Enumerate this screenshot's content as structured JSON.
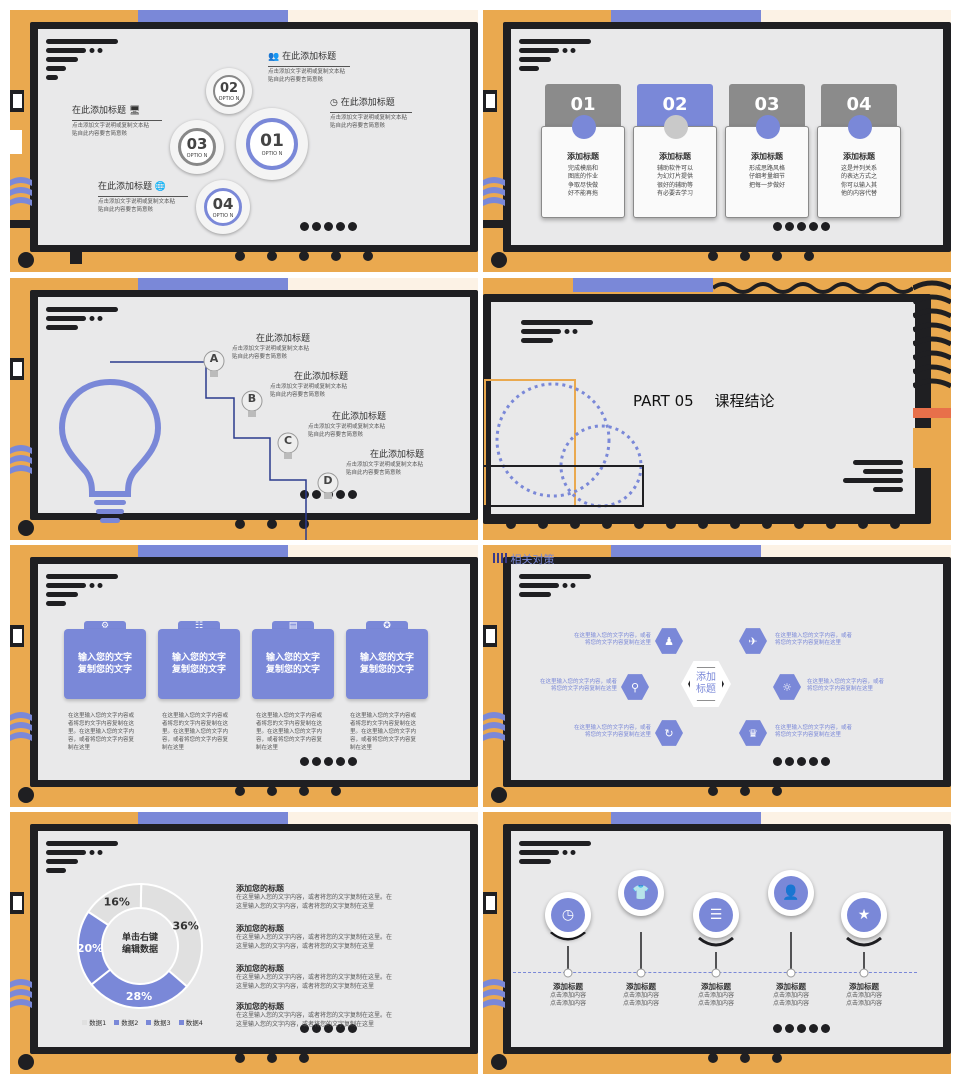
{
  "slide1": {
    "gears": [
      {
        "num": "02",
        "sub": "OPTIO N"
      },
      {
        "num": "03",
        "sub": "OPTIO N"
      },
      {
        "num": "01",
        "sub": "OPTIO N"
      },
      {
        "num": "04",
        "sub": "OPTIO N"
      }
    ],
    "items": [
      {
        "title": "在此添加标题",
        "desc1": "点击添加文字说明或复制文本粘",
        "desc2": "贴自此内容要言简意赅",
        "icon": "people-icon"
      },
      {
        "title": "在此添加标题",
        "desc1": "点击添加文字说明或复制文本粘",
        "desc2": "贴自此内容要言简意赅",
        "icon": "monitor-icon"
      },
      {
        "title": "在此添加标题",
        "desc1": "点击添加文字说明或复制文本粘",
        "desc2": "贴自此内容要言简意赅",
        "icon": "clock-icon"
      },
      {
        "title": "在此添加标题",
        "desc1": "点击添加文字说明或复制文本粘",
        "desc2": "贴自此内容要言简意赅",
        "icon": "globe-icon"
      }
    ]
  },
  "slide2": {
    "cards": [
      {
        "num": "01",
        "title": "添加标题",
        "lines": [
          "完成模扇和",
          "图底的作业",
          "争取尽快做",
          "好不能再拖"
        ]
      },
      {
        "num": "02",
        "title": "添加标题",
        "lines": [
          "辅助软件可以",
          "为幻灯片提供",
          "很好的辅助等",
          "有必要去学习"
        ]
      },
      {
        "num": "03",
        "title": "添加标题",
        "lines": [
          "形成思路风格",
          "仔细考量细节",
          "把每一步做好"
        ]
      },
      {
        "num": "04",
        "title": "添加标题",
        "lines": [
          "这是并列关系",
          "的表达方式之",
          "你可以输入其",
          "他的内容代替"
        ]
      }
    ]
  },
  "slide3": {
    "steps": [
      {
        "letter": "A",
        "title": "在此添加标题",
        "desc1": "点击添加文字说明或复制文本粘",
        "desc2": "贴自此内容要言简意赅"
      },
      {
        "letter": "B",
        "title": "在此添加标题",
        "desc1": "点击添加文字说明或复制文本粘",
        "desc2": "贴自此内容要言简意赅"
      },
      {
        "letter": "C",
        "title": "在此添加标题",
        "desc1": "点击添加文字说明或复制文本粘",
        "desc2": "贴自此内容要言简意赅"
      },
      {
        "letter": "D",
        "title": "在此添加标题",
        "desc1": "点击添加文字说明或复制文本粘",
        "desc2": "贴自此内容要言简意赅"
      }
    ]
  },
  "slide4": {
    "part": "PART 05",
    "section": "课程结论"
  },
  "slide5": {
    "badges": [
      {
        "l1": "输入您的文字",
        "l2": "复制您的文字",
        "desc": [
          "在这里输入您的文字内容或",
          "者将您的文字内容复制在这",
          "里。在这里输入您的文字内",
          "容，或者将您的文字内容复",
          "制在这里"
        ]
      },
      {
        "l1": "输入您的文字",
        "l2": "复制您的文字",
        "desc": [
          "在这里输入您的文字内容或",
          "者将您的文字内容复制在这",
          "里。在这里输入您的文字内",
          "容，或者将您的文字内容复",
          "制在这里"
        ]
      },
      {
        "l1": "输入您的文字",
        "l2": "复制您的文字",
        "desc": [
          "在这里输入您的文字内容或",
          "者将您的文字内容复制在这",
          "里。在这里输入您的文字内",
          "容，或者将您的文字内容复",
          "制在这里"
        ]
      },
      {
        "l1": "输入您的文字",
        "l2": "复制您的文字",
        "desc": [
          "在这里输入您的文字内容或",
          "者将您的文字内容复制在这",
          "里。在这里输入您的文字内",
          "容，或者将您的文字内容复",
          "制在这里"
        ]
      }
    ]
  },
  "slide6": {
    "header_text": "相关对策",
    "center_l1": "添加",
    "center_l2": "标题",
    "items": [
      {
        "l1": "在这里输入您的文字内容，或者",
        "l2": "将您的文字内容复制在这里"
      },
      {
        "l1": "在这里输入您的文字内容，或者",
        "l2": "将您的文字内容复制在这里"
      },
      {
        "l1": "在这里输入您的文字内容，或者",
        "l2": "将您的文字内容复制在这里"
      },
      {
        "l1": "在这里输入您的文字内容，或者",
        "l2": "将您的文字内容复制在这里"
      },
      {
        "l1": "在这里输入您的文字内容，或者",
        "l2": "将您的文字内容复制在这里"
      },
      {
        "l1": "在这里输入您的文字内容，或者",
        "l2": "将您的文字内容复制在这里"
      }
    ]
  },
  "slide7": {
    "center_l1": "单击右键",
    "center_l2": "编辑数据",
    "items": [
      {
        "title": "添加您的标题",
        "l1": "在这里输入您的文字内容，或者将您的文字复制在这里。在",
        "l2": "这里输入您的文字内容，或者将您的文字复制在这里"
      },
      {
        "title": "添加您的标题",
        "l1": "在这里输入您的文字内容，或者将您的文字复制在这里。在",
        "l2": "这里输入您的文字内容，或者将您的文字复制在这里"
      },
      {
        "title": "添加您的标题",
        "l1": "在这里输入您的文字内容，或者将您的文字复制在这里。在",
        "l2": "这里输入您的文字内容，或者将您的文字复制在这里"
      },
      {
        "title": "添加您的标题",
        "l1": "在这里输入您的文字内容，或者将您的文字复制在这里。在",
        "l2": "这里输入您的文字内容，或者将您的文字复制在这里"
      }
    ]
  },
  "chart_data": {
    "type": "pie",
    "categories": [
      "数据1",
      "数据2",
      "数据3",
      "数据4"
    ],
    "values": [
      36,
      28,
      20,
      16
    ],
    "labels": [
      "36%",
      "28%",
      "20%",
      "16%"
    ],
    "colors": [
      "#e0e0e0",
      "#7a88d8",
      "#7a88d8",
      "#e0e0e0"
    ],
    "legend": "bottom"
  },
  "slide8": {
    "items": [
      {
        "title": "添加标题",
        "l1": "点击添加内容",
        "l2": "点击添加内容",
        "icon": "clock-icon"
      },
      {
        "title": "添加标题",
        "l1": "点击添加内容",
        "l2": "点击添加内容",
        "icon": "shirt-icon"
      },
      {
        "title": "添加标题",
        "l1": "点击添加内容",
        "l2": "点击添加内容",
        "icon": "sliders-icon"
      },
      {
        "title": "添加标题",
        "l1": "点击添加内容",
        "l2": "点击添加内容",
        "icon": "user-icon"
      },
      {
        "title": "添加标题",
        "l1": "点击添加内容",
        "l2": "点击添加内容",
        "icon": "star-icon"
      }
    ]
  },
  "colors": {
    "accent": "#7a88d8",
    "orange": "#eaa94f",
    "dark": "#1f1f22",
    "panel": "#e9e9ea"
  }
}
